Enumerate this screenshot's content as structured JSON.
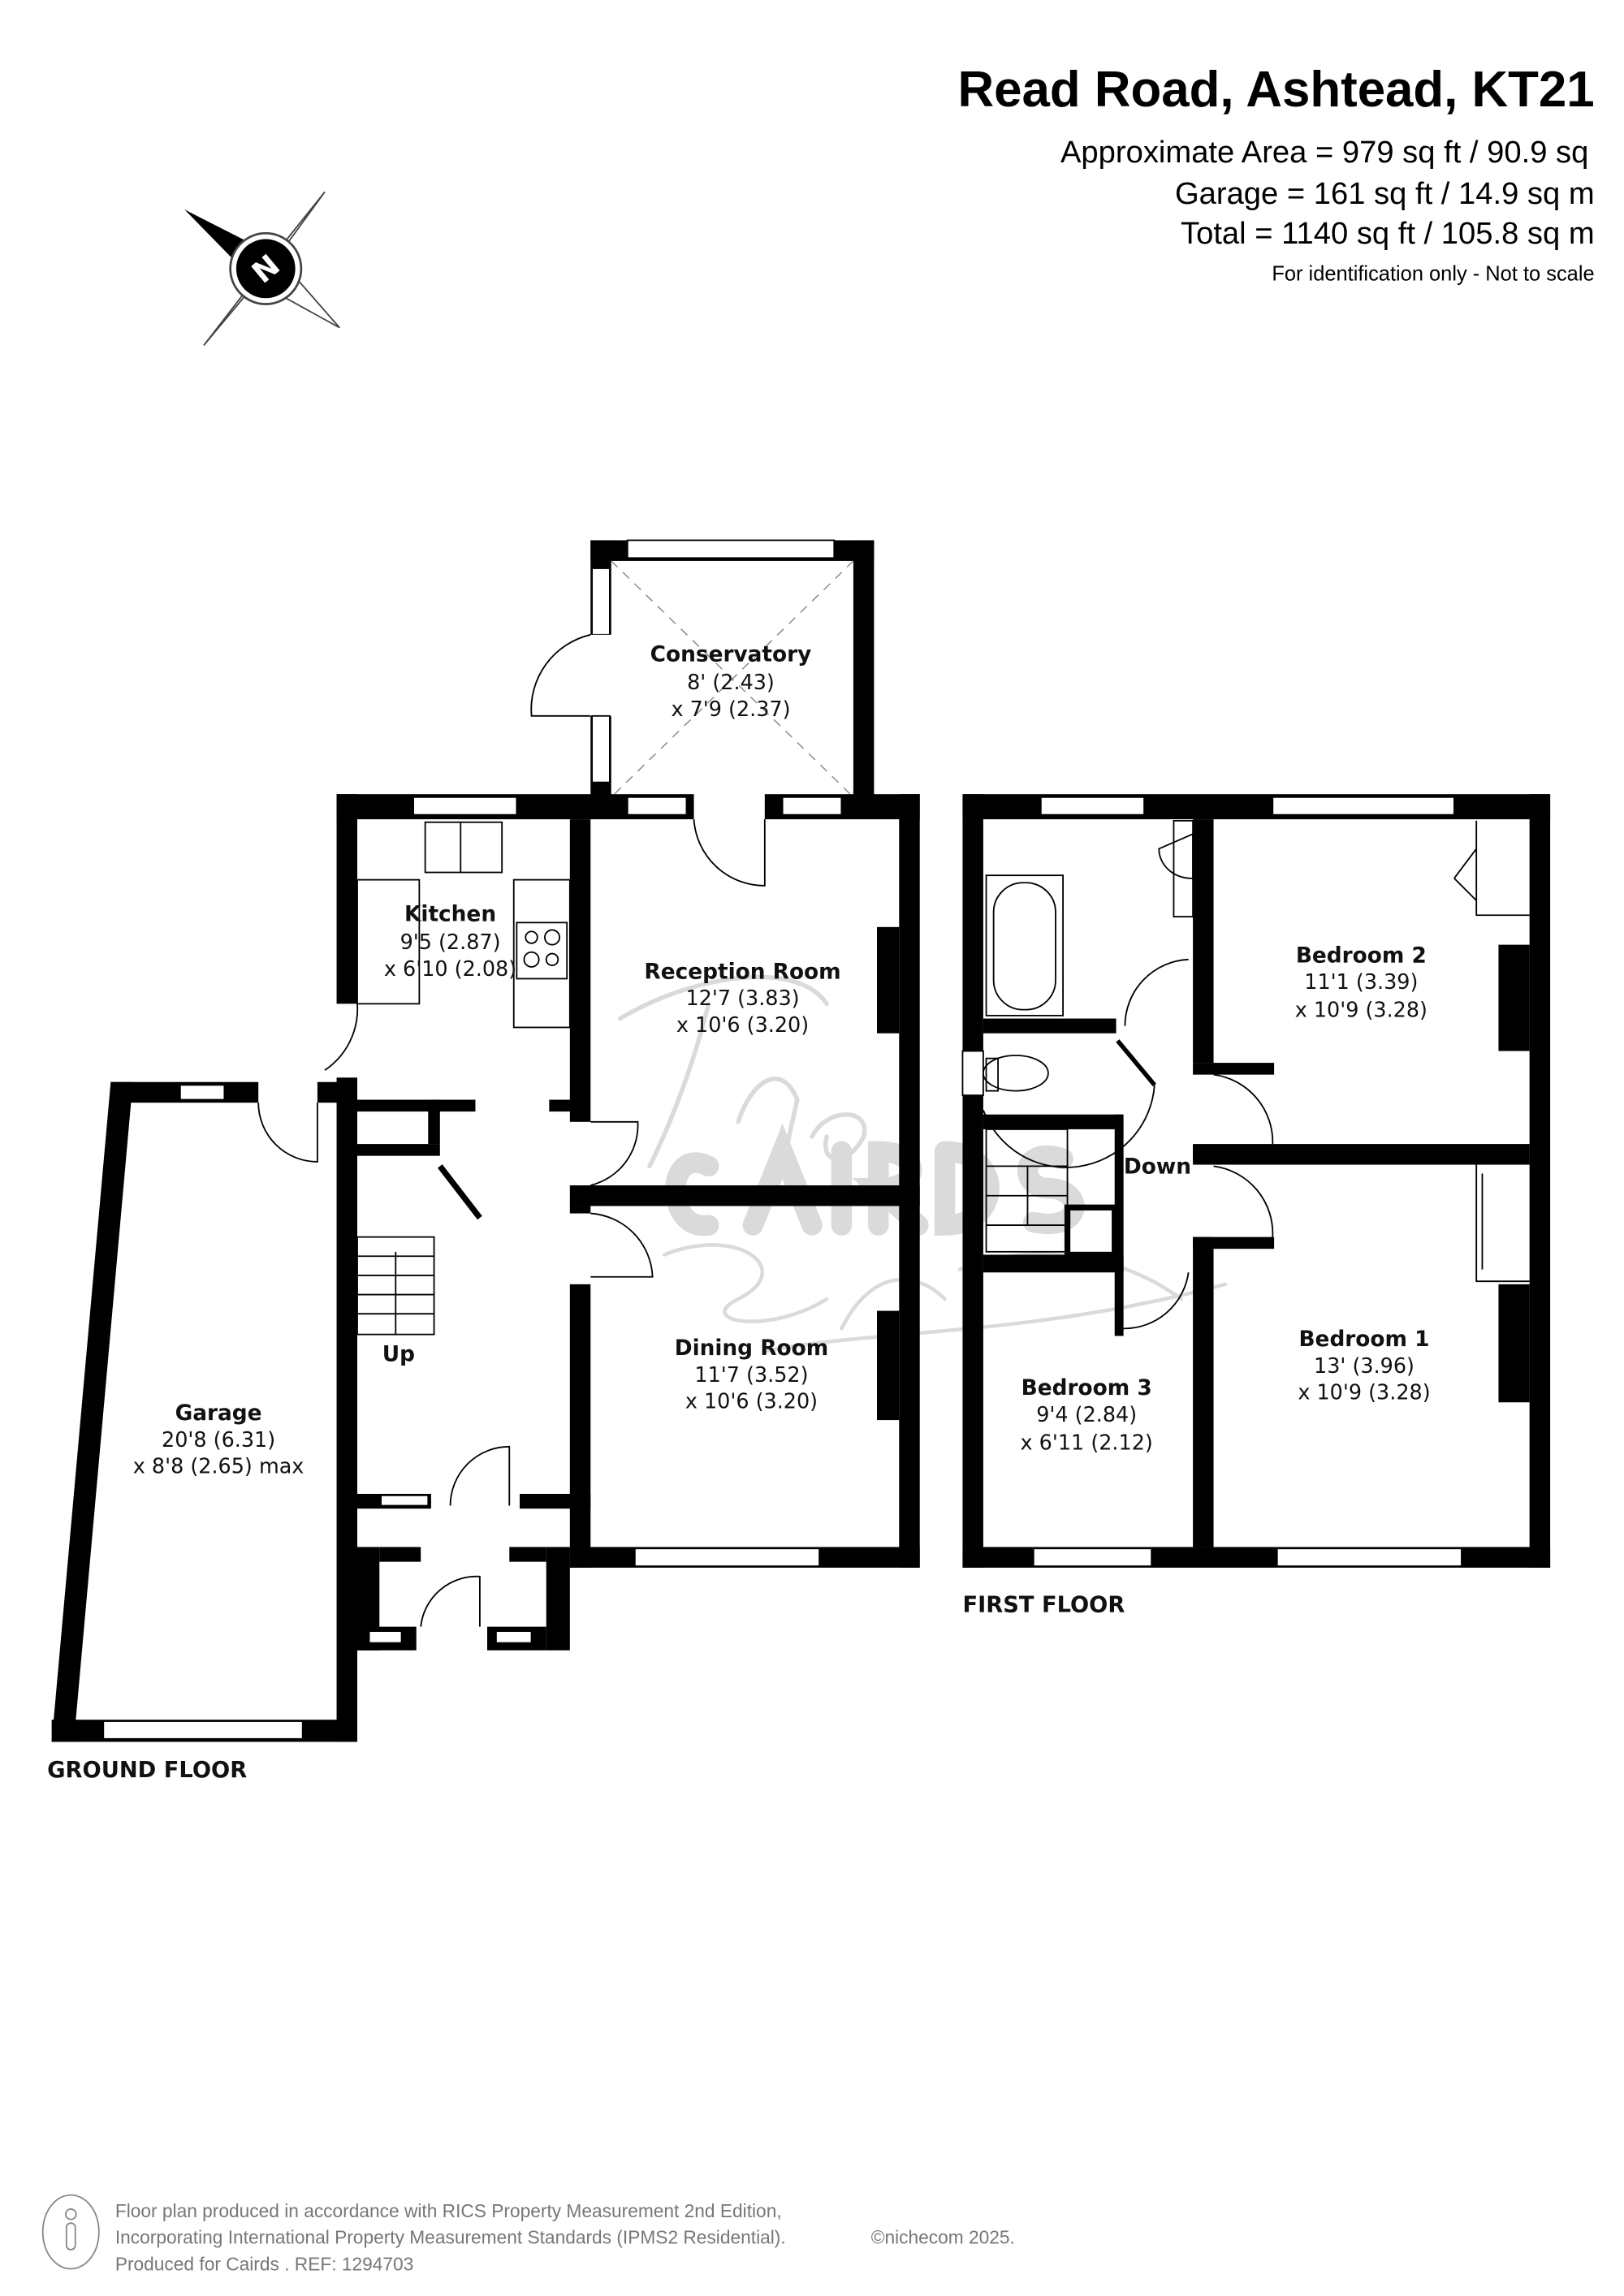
{
  "header": {
    "title": "Read Road, Ashtead, KT21",
    "approx_area": "Approximate Area = 979 sq ft / 90.9 sq",
    "garage_area": "Garage = 161 sq ft / 14.9 sq m",
    "total_area": "Total = 1140 sq ft / 105.8 sq m",
    "note": "For identification only - Not to scale"
  },
  "compass": {
    "label": "N"
  },
  "watermark": {
    "line1": "The",
    "line2": "CAIRDS",
    "line3": "Estate Agents"
  },
  "ground_floor": {
    "label": "GROUND FLOOR",
    "stairs_label": "Up",
    "rooms": [
      {
        "name": "Conservatory",
        "dim1": "8' (2.43)",
        "dim2": "x 7'9 (2.37)"
      },
      {
        "name": "Kitchen",
        "dim1": "9'5 (2.87)",
        "dim2": "x 6'10 (2.08)"
      },
      {
        "name": "Reception Room",
        "dim1": "12'7 (3.83)",
        "dim2": "x 10'6 (3.20)"
      },
      {
        "name": "Dining Room",
        "dim1": "11'7 (3.52)",
        "dim2": "x 10'6 (3.20)"
      },
      {
        "name": "Garage",
        "dim1": "20'8 (6.31)",
        "dim2": "x 8'8 (2.65) max"
      }
    ]
  },
  "first_floor": {
    "label": "FIRST FLOOR",
    "stairs_label": "Down",
    "rooms": [
      {
        "name": "Bedroom 2",
        "dim1": "11'1 (3.39)",
        "dim2": "x 10'9 (3.28)"
      },
      {
        "name": "Bedroom 1",
        "dim1": "13' (3.96)",
        "dim2": "x 10'9 (3.28)"
      },
      {
        "name": "Bedroom 3",
        "dim1": "9'4 (2.84)",
        "dim2": "x 6'11 (2.12)"
      }
    ]
  },
  "footer": {
    "line1": "Floor plan produced in accordance with RICS Property Measurement 2nd Edition,",
    "line2": "Incorporating International Property Measurement Standards (IPMS2 Residential).",
    "copyright": "©nichecom 2025.",
    "line3": "Produced for Cairds .   REF:  1294703"
  }
}
